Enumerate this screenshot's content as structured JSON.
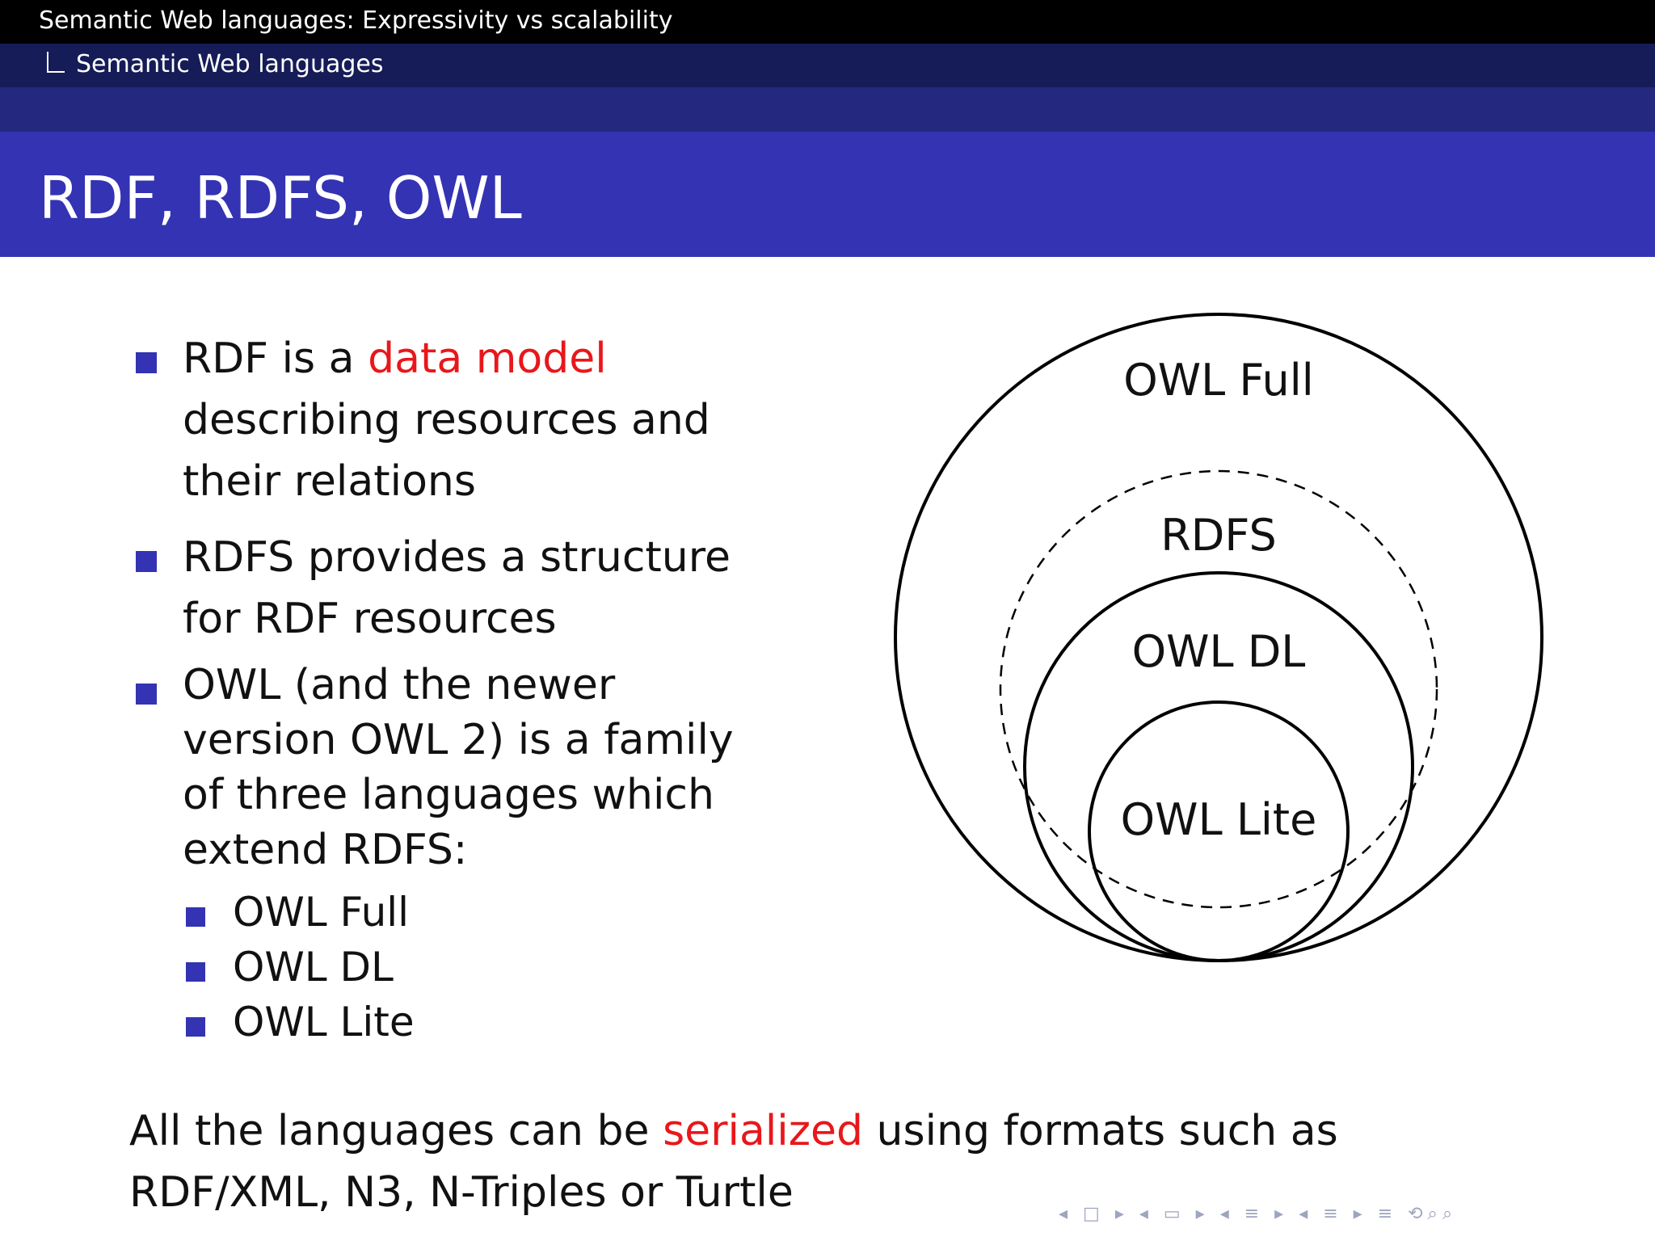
{
  "header": {
    "section": "Semantic Web languages: Expressivity vs scalability",
    "subsection": "Semantic Web languages"
  },
  "slide_title": "RDF, RDFS, OWL",
  "bullets": {
    "b1": {
      "line1_pre": "RDF is a ",
      "line1_hl": "data model",
      "line2": "describing resources and",
      "line3": "their relations"
    },
    "b2": {
      "line1": "RDFS provides a structure",
      "line2": "for RDF resources"
    },
    "b3": {
      "line1": "OWL (and the newer",
      "line2": "version OWL 2) is a family",
      "line3": "of three languages which",
      "line4": "extend RDFS:",
      "sub": [
        "OWL Full",
        "OWL DL",
        "OWL Lite"
      ]
    }
  },
  "diagram": {
    "outer": "OWL Full",
    "dashed": "RDFS",
    "middle": "OWL DL",
    "inner": "OWL Lite"
  },
  "footer": {
    "pre": "All the languages can be ",
    "hl": "serialized",
    "post": " using formats such as",
    "line2": "RDF/XML, N3, N-Triples or Turtle"
  },
  "nav": {
    "symbols": "◂ □ ▸ ◂ ▭ ▸ ◂ ≡ ▸ ◂ ≡ ▸   ≡   ⟲⌕⌕"
  },
  "colors": {
    "accent": "#3333b3",
    "highlight": "#e8171b",
    "header_dark": "#151c57"
  }
}
